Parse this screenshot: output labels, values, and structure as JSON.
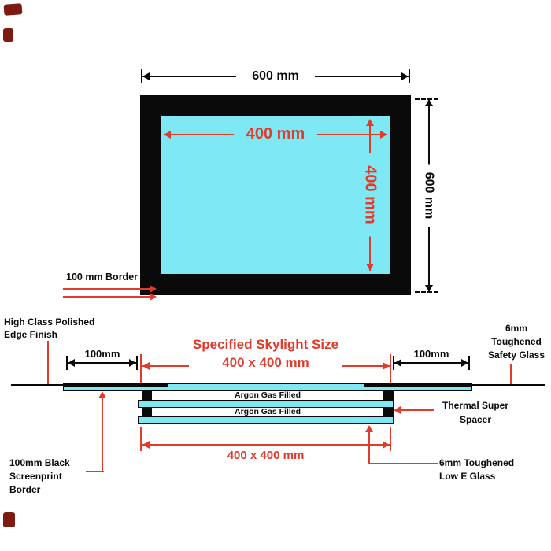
{
  "colors": {
    "glass_cyan": "#7EE8F4",
    "accent_red": "#E23A2B",
    "frame_black": "#0A0A0A"
  },
  "plan": {
    "top_dim": "600 mm",
    "side_dim": "600 mm",
    "inner_width_dim": "400 mm",
    "inner_height_dim": "400 mm",
    "border_label": "100 mm Border"
  },
  "section": {
    "title1": "Specified Skylight Size",
    "title2": "400 x 400 mm",
    "left_overhang_dim": "100mm",
    "right_overhang_dim": "100mm",
    "argon1": "Argon Gas Filled",
    "argon2": "Argon Gas Filled",
    "bottom_dim": "400 x 400 mm",
    "labels": {
      "edge1": "High Class Polished",
      "edge2": "Edge Finish",
      "safety1": "6mm",
      "safety2": "Toughened",
      "safety3": "Safety Glass",
      "spacer1": "Thermal Super",
      "spacer2": "Spacer",
      "screen1": "100mm Black",
      "screen2": "Screenprint",
      "screen3": "Border",
      "lowe1": "6mm Toughened",
      "lowe2": "Low E Glass"
    }
  }
}
